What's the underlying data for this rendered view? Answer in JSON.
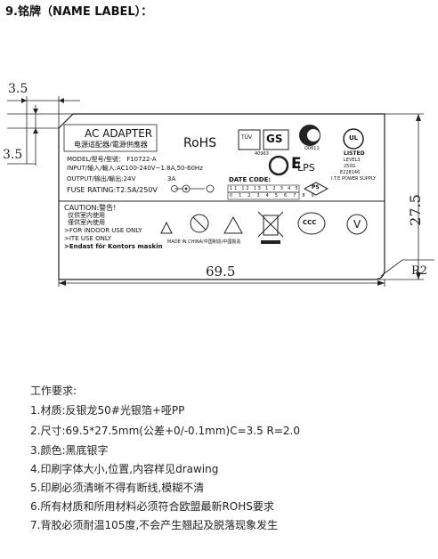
{
  "section_title": "9.铭牌（NAME LABEL）：",
  "label": {
    "heading": "AC ADAPTER",
    "subheading": "电源适配器/電源供應器",
    "rohs": "RoHS",
    "model_line": "MODEL/型号/型號：  F10722-A",
    "input_line": "INPUT/输入/輸入:AC100-240V~1.8A,50-60Hz",
    "output_line": "OUTPUT/输出/輸出:24V",
    "output_current": "3A",
    "fuse_line": "FUSE RATING:T2.5A/250V",
    "date_code_title": "DATE CODE:",
    "date_code_top": [
      "11",
      "12",
      "13",
      "1",
      "2",
      "3",
      "4",
      "5"
    ],
    "date_code_bottom": [
      "0",
      "1",
      "2",
      "3",
      "4",
      "5",
      "6",
      "7",
      "8",
      "9"
    ],
    "caution_title": "CAUTION:警告!",
    "caution_cn1": "仅供室内使用",
    "caution_cn2": "僅供室內使用",
    "indoor_line": ">FOR INDOOR USE ONLY",
    "ite_line": ">ITE USE ONLY",
    "endast_line": ">Endast för Kontors maskin",
    "made_in": "MADE IN CHINA/中国制造/中國製造",
    "lps": "LPS",
    "tuv_text": "TÜV",
    "gs_text": "GS",
    "ccc_number": "Q0611",
    "cert_number": "40963",
    "listed_title": "LISTED",
    "listed_level": "LEVEL3",
    "listed_code": "250G",
    "listed_e": "E228146",
    "listed_ite": "I.T.E POWER SUPPLY",
    "ps_mark": "PS",
    "ps_e": "E",
    "ccc_mark": "CCC",
    "v_mark": "V"
  },
  "dimensions": {
    "radius_top": "3.5",
    "radius_left": "3.5",
    "width": "69.5",
    "height": "27.5",
    "corner": "R2"
  },
  "requirements": {
    "title": "工作要求:",
    "items": [
      "1.材质:反银龙50#光银箔+哑PP",
      "2.尺寸:69.5*27.5mm(公差+0/-0.1mm)C=3.5 R=2.0",
      "3.颜色:黑底银字",
      "4.印刷字体大小,位置,内容样见drawing",
      "5.印刷必须清晰不得有断线,模糊不清",
      "6.所有材质和所用材料必须符合欧盟最新ROHS要求",
      "7.背胶必须耐温105度,不会产生翘起及脱落现象发生"
    ]
  }
}
